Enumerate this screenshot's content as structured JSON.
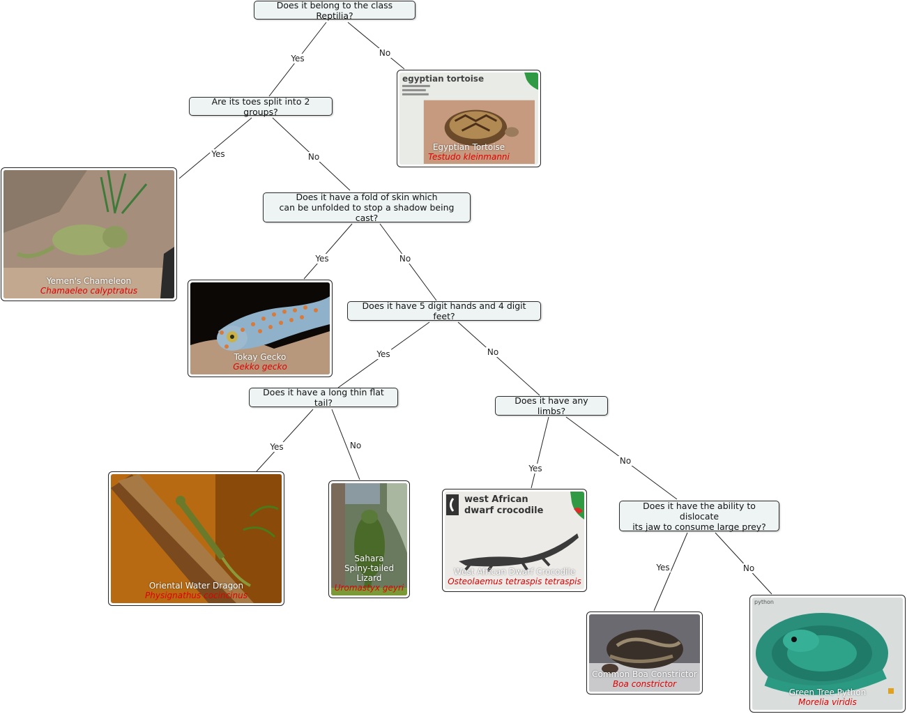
{
  "questions": {
    "reptilia": "Does it belong to the class Reptilia?",
    "toes": "Are its toes split into 2 groups?",
    "skin_fold": "Does it have a fold of skin which\ncan be unfolded to stop a shadow being cast?",
    "digits": "Does it have 5 digit hands and 4 digit feet?",
    "tail": "Does it have a long thin flat tail?",
    "limbs": "Does it have any limbs?",
    "jaw": "Does it have the ability to dislocate\nits jaw to consume large prey?"
  },
  "edge_labels": {
    "yes": "Yes",
    "no": "No"
  },
  "animals": {
    "tortoise": {
      "common": "Egyptian Tortoise",
      "latin": "Testudo kleinmanni",
      "sign_text": "egyptian tortoise"
    },
    "chameleon": {
      "common": "Yemen's Chameleon",
      "latin": "Chamaeleo calyptratus"
    },
    "gecko": {
      "common": "Tokay Gecko",
      "latin": "Gekko gecko"
    },
    "water_dragon": {
      "common": "Oriental Water Dragon",
      "latin": "Physignathus cocincinus"
    },
    "spiny_lizard": {
      "common": "Sahara\nSpiny-tailed\nLizard",
      "latin": "Uromastyx geyri"
    },
    "crocodile": {
      "common": "West African Dwarf Crocodile",
      "latin": "Osteolaemus tetraspis tetraspis",
      "sign_text": "west African\ndwarf crocodile"
    },
    "boa": {
      "common": "Common Boa Constrictor",
      "latin": "Boa constrictor"
    },
    "python": {
      "common": "Green Tree Python",
      "latin": "Morelia viridis"
    }
  }
}
